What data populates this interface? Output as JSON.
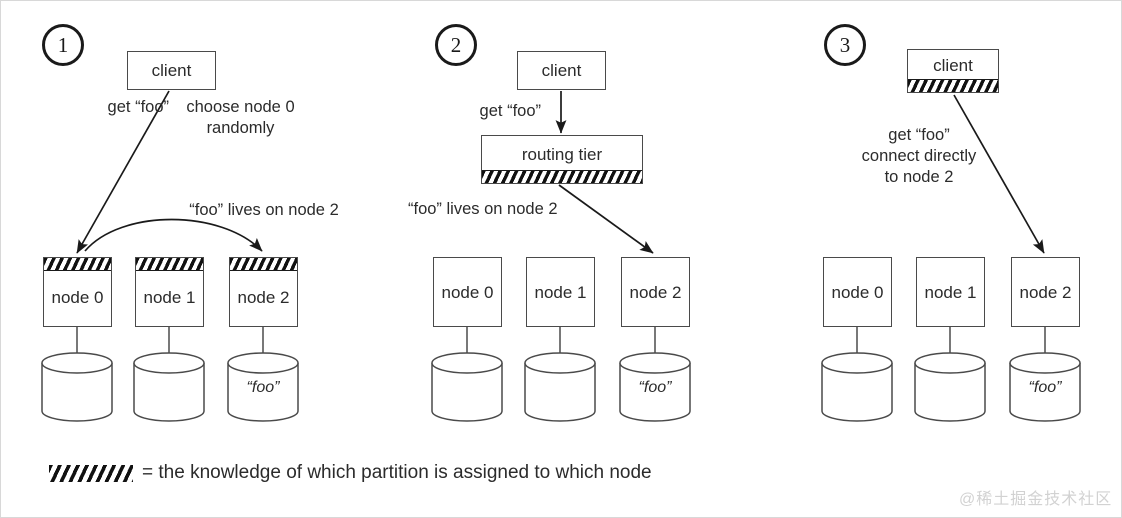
{
  "figure": {
    "legend_marker_icon": "diagonal-hatch-swatch",
    "legend_text": "= the knowledge of which partition is assigned to which node",
    "watermark": "@稀土掘金技术社区"
  },
  "panels": [
    {
      "number": "1",
      "client_label": "client",
      "client_hatched": false,
      "routing_tier_label": null,
      "notes": [
        {
          "name": "get-foo-note",
          "text": "get “foo”"
        },
        {
          "name": "choose-node-note",
          "text": "choose node 0\nrandomly"
        },
        {
          "name": "foo-lives-note",
          "text": "“foo” lives on node 2"
        }
      ],
      "nodes": [
        {
          "label": "node 0",
          "hatched": true,
          "store_label": ""
        },
        {
          "label": "node 1",
          "hatched": true,
          "store_label": ""
        },
        {
          "label": "node 2",
          "hatched": true,
          "store_label": "“foo”"
        }
      ]
    },
    {
      "number": "2",
      "client_label": "client",
      "client_hatched": false,
      "routing_tier_label": "routing tier",
      "notes": [
        {
          "name": "get-foo-note",
          "text": "get “foo”"
        },
        {
          "name": "foo-lives-note",
          "text": "“foo” lives on node 2"
        }
      ],
      "nodes": [
        {
          "label": "node 0",
          "hatched": false,
          "store_label": ""
        },
        {
          "label": "node 1",
          "hatched": false,
          "store_label": ""
        },
        {
          "label": "node 2",
          "hatched": false,
          "store_label": "“foo”"
        }
      ]
    },
    {
      "number": "3",
      "client_label": "client",
      "client_hatched": true,
      "routing_tier_label": null,
      "notes": [
        {
          "name": "get-foo-connect-note",
          "text": "get “foo”\nconnect directly\nto node 2"
        }
      ],
      "nodes": [
        {
          "label": "node 0",
          "hatched": false,
          "store_label": ""
        },
        {
          "label": "node 1",
          "hatched": false,
          "store_label": ""
        },
        {
          "label": "node 2",
          "hatched": false,
          "store_label": "“foo”"
        }
      ]
    }
  ]
}
